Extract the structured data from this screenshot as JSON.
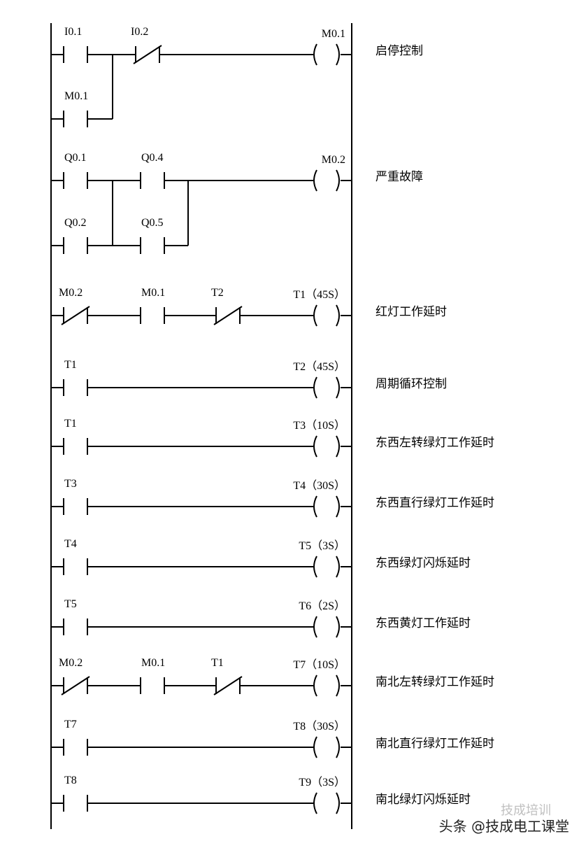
{
  "rungs": [
    {
      "label": "启停控制",
      "coil": {
        "name": "M0.1"
      },
      "contacts": [
        {
          "name": "I0.1",
          "type": "NO"
        },
        {
          "name": "I0.2",
          "type": "NC"
        }
      ],
      "branch": {
        "name": "M0.1",
        "type": "NO"
      }
    },
    {
      "label": "严重故障",
      "coil": {
        "name": "M0.2"
      },
      "contacts": [
        {
          "name": "Q0.1",
          "type": "NO"
        },
        {
          "name": "Q0.4",
          "type": "NO"
        }
      ],
      "branch_lower": [
        {
          "name": "Q0.2",
          "type": "NO"
        },
        {
          "name": "Q0.5",
          "type": "NO"
        }
      ]
    },
    {
      "label": "红灯工作延时",
      "coil": {
        "name": "T1（45S）"
      },
      "contacts": [
        {
          "name": "M0.2",
          "type": "NC"
        },
        {
          "name": "M0.1",
          "type": "NO"
        },
        {
          "name": "T2",
          "type": "NC"
        }
      ]
    },
    {
      "label": "周期循环控制",
      "coil": {
        "name": "T2（45S）"
      },
      "contacts": [
        {
          "name": "T1",
          "type": "NO"
        }
      ]
    },
    {
      "label": "东西左转绿灯工作延时",
      "coil": {
        "name": "T3（10S）"
      },
      "contacts": [
        {
          "name": "T1",
          "type": "NO"
        }
      ]
    },
    {
      "label": "东西直行绿灯工作延时",
      "coil": {
        "name": "T4（30S）"
      },
      "contacts": [
        {
          "name": "T3",
          "type": "NO"
        }
      ]
    },
    {
      "label": "东西绿灯闪烁延时",
      "coil": {
        "name": "T5（3S）"
      },
      "contacts": [
        {
          "name": "T4",
          "type": "NO"
        }
      ]
    },
    {
      "label": "东西黄灯工作延时",
      "coil": {
        "name": "T6（2S）"
      },
      "contacts": [
        {
          "name": "T5",
          "type": "NO"
        }
      ]
    },
    {
      "label": "南北左转绿灯工作延时",
      "coil": {
        "name": "T7（10S）"
      },
      "contacts": [
        {
          "name": "M0.2",
          "type": "NC"
        },
        {
          "name": "M0.1",
          "type": "NO"
        },
        {
          "name": "T1",
          "type": "NC"
        }
      ]
    },
    {
      "label": "南北直行绿灯工作延时",
      "coil": {
        "name": "T8（30S）"
      },
      "contacts": [
        {
          "name": "T7",
          "type": "NO"
        }
      ]
    },
    {
      "label": "南北绿灯闪烁延时",
      "coil": {
        "name": "T9（3S）"
      },
      "contacts": [
        {
          "name": "T8",
          "type": "NO"
        }
      ]
    }
  ],
  "watermark": {
    "text": "头条 @技成电工课堂",
    "faint": "技成培训"
  }
}
